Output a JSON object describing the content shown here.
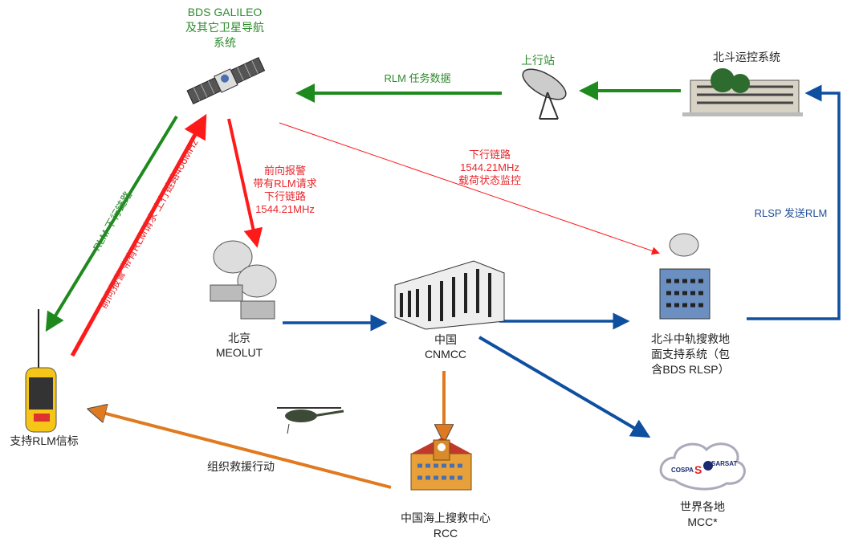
{
  "satellite": {
    "title": "BDS GALILEO",
    "subtitle_1": "及其它卫星导航",
    "subtitle_2": "系统"
  },
  "uplink_station": {
    "label": "上行站"
  },
  "bds_control": {
    "label": "北斗运控系统"
  },
  "beijing": {
    "line1": "北京",
    "line2": "MEOLUT"
  },
  "cnmcc": {
    "line1": "中国",
    "line2": "CNMCC"
  },
  "bds_rlsp": {
    "line1": "北斗中轨搜救地",
    "line2": "面支持系统（包",
    "line3": "含BDS RLSP）"
  },
  "rcc": {
    "line1": "中国海上搜救中心",
    "line2": "RCC"
  },
  "mcc": {
    "line1": "世界各地",
    "line2": "MCC*",
    "logo_text": "COSPAS SARSAT"
  },
  "beacon": {
    "label": "支持RLM信标"
  },
  "links": {
    "rlm_task_data": "RLM 任务数据",
    "rlsp_send_rlm": "RLSP 发送RLM",
    "rlm_downlink": "RLM 下行链路",
    "uplink_406": "前向报警 带有RLM请求  上行链路406MHz",
    "forward_alert": [
      "前向报警",
      "带有RLM请求",
      "下行链路",
      "1544.21MHz"
    ],
    "payload_monitor": [
      "下行链路",
      "1544.21MHz",
      "载荷状态监控"
    ],
    "rescue_action": "组织救援行动"
  },
  "colors": {
    "green": "#1e8a1e",
    "red": "#ff1a1a",
    "blue": "#0f4fa0",
    "orange": "#e07a20"
  }
}
